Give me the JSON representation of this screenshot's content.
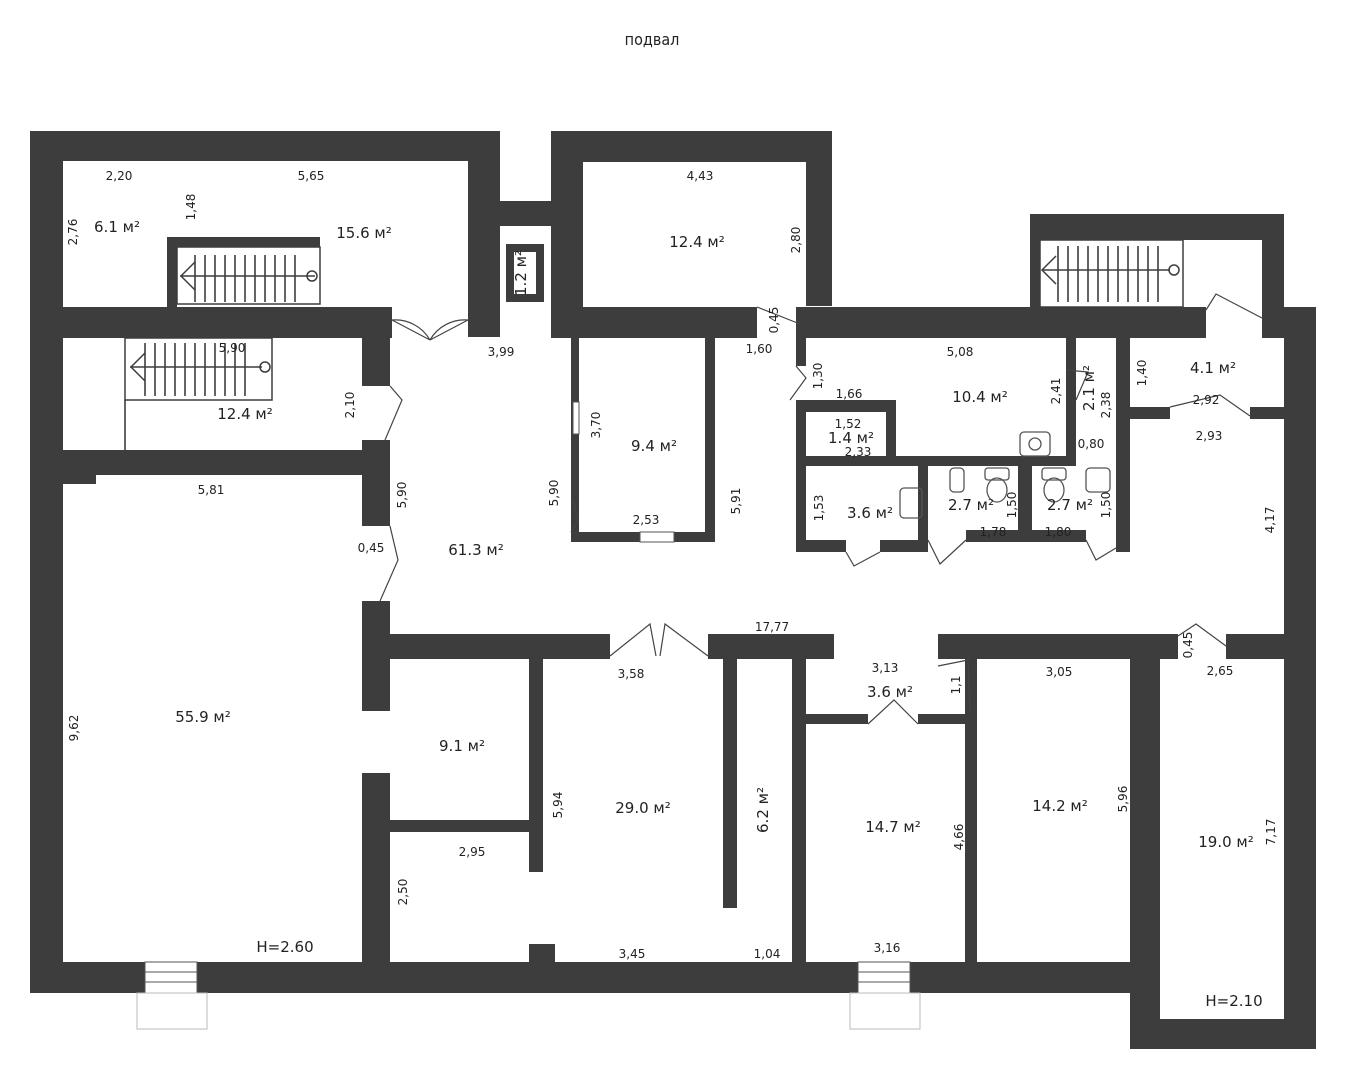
{
  "title": "подвал",
  "rooms": [
    {
      "id": "r1",
      "area": "6.1 м²"
    },
    {
      "id": "r2",
      "area": "15.6 м²"
    },
    {
      "id": "r3",
      "area": "1.2 м²"
    },
    {
      "id": "r4",
      "area": "12.4 м²"
    },
    {
      "id": "r5",
      "area": "12.4 м²"
    },
    {
      "id": "r6",
      "area": "9.4 м²"
    },
    {
      "id": "r7",
      "area": "10.4 м²"
    },
    {
      "id": "r8",
      "area": "2.1 м²"
    },
    {
      "id": "r9",
      "area": "4.1 м²"
    },
    {
      "id": "r10",
      "area": "1.4 м²"
    },
    {
      "id": "r11",
      "area": "3.6 м²"
    },
    {
      "id": "r12",
      "area": "2.7 м²"
    },
    {
      "id": "r13",
      "area": "2.7 м²"
    },
    {
      "id": "r14",
      "area": "61.3 м²"
    },
    {
      "id": "r15",
      "area": "55.9 м²"
    },
    {
      "id": "r16",
      "area": "9.1 м²"
    },
    {
      "id": "r17",
      "area": "29.0 м²"
    },
    {
      "id": "r18",
      "area": "6.2 м²"
    },
    {
      "id": "r19",
      "area": "3.6 м²"
    },
    {
      "id": "r20",
      "area": "14.7 м²"
    },
    {
      "id": "r21",
      "area": "14.2 м²"
    },
    {
      "id": "r22",
      "area": "19.0 м²"
    }
  ],
  "heights": [
    "H=2.60",
    "H=2.10"
  ],
  "dimensions": [
    "2,20",
    "5,65",
    "2,76",
    "1,48",
    "4,43",
    "2,80",
    "0,45",
    "1,60",
    "3,99",
    "5,90",
    "2,10",
    "3,70",
    "5,90",
    "2,53",
    "5,91",
    "5,08",
    "1,30",
    "1,66",
    "2,41",
    "2,38",
    "1,40",
    "2,92",
    "2,93",
    "1,52",
    "2,33",
    "0,80",
    "1,53",
    "1,50",
    "1,78",
    "1,50",
    "1,80",
    "4,17",
    "5,81",
    "0,45",
    "5,90",
    "17,77",
    "0,45",
    "2,65",
    "3,58",
    "3,13",
    "1,1",
    "3,05",
    "9,62",
    "5,94",
    "4,66",
    "5,96",
    "7,17",
    "2,95",
    "2,50",
    "3,45",
    "1,04",
    "3,16"
  ]
}
